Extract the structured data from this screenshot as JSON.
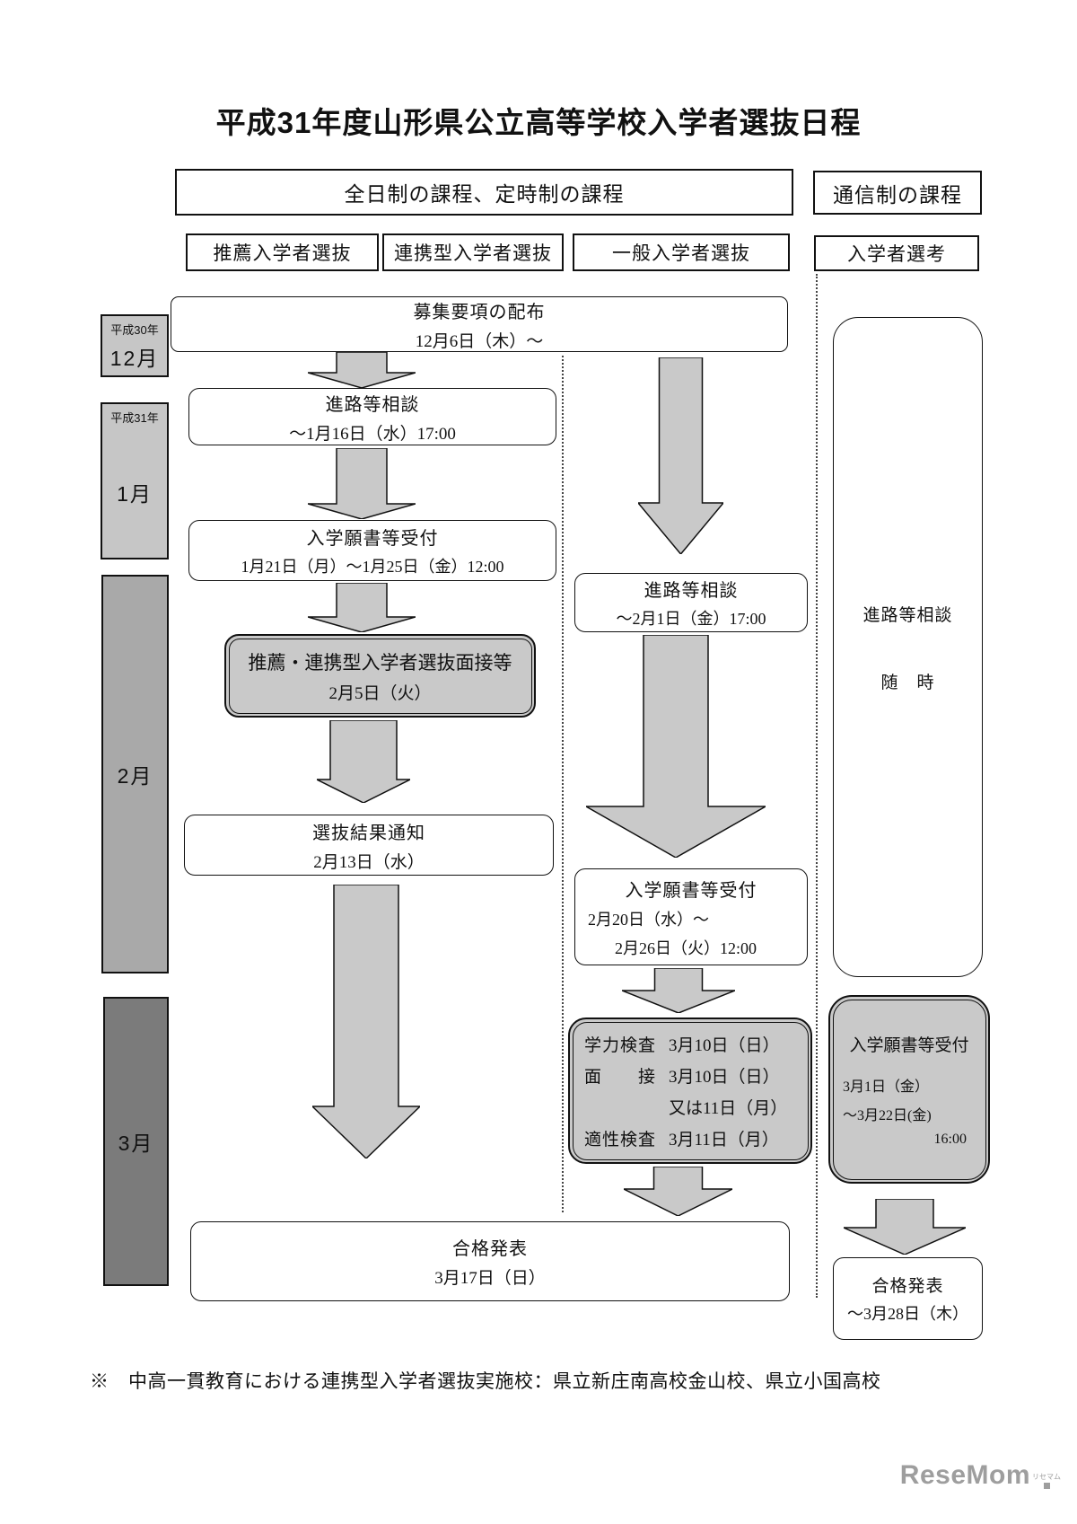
{
  "title": "平成31年度山形県公立高等学校入学者選抜日程",
  "headers": {
    "fulltime": "全日制の課程、定時制の課程",
    "correspondence": "通信制の課程"
  },
  "tracks": {
    "suisen": "推薦入学者選抜",
    "renkei": "連携型入学者選抜",
    "ippan": "一般入学者選抜",
    "senko": "入学者選考"
  },
  "months": [
    {
      "era": "平成30年",
      "month": "12月"
    },
    {
      "era": "平成31年",
      "month": "1月"
    },
    {
      "era": "",
      "month": "2月"
    },
    {
      "era": "",
      "month": "3月"
    }
  ],
  "left_flow": {
    "recruit": {
      "title": "募集要項の配布",
      "date": "12月6日（木）～"
    },
    "consult": {
      "title": "進路等相談",
      "date": "～1月16日（水）17:00"
    },
    "apply": {
      "title": "入学願書等受付",
      "date": "1月21日（月）～1月25日（金）12:00"
    },
    "interview": {
      "title": "推薦・連携型入学者選抜面接等",
      "date": "2月5日（火）"
    },
    "notice": {
      "title": "選抜結果通知",
      "date": "2月13日（水）"
    }
  },
  "general_flow": {
    "consult": {
      "title": "進路等相談",
      "date": "～2月1日（金）17:00"
    },
    "apply": {
      "title": "入学願書等受付",
      "date1": "2月20日（水）～",
      "date2": "2月26日（火）12:00"
    },
    "exam": {
      "rows": [
        {
          "label": "学力検査",
          "value": "3月10日（日）"
        },
        {
          "label": "面　　接",
          "value": "3月10日（日）"
        },
        {
          "label": "",
          "value": "又は11日（月）"
        },
        {
          "label": "適性検査",
          "value": "3月11日（月）"
        }
      ]
    },
    "announce": {
      "title": "合格発表",
      "date": "3月17日（日）"
    }
  },
  "correspondence_flow": {
    "consult": {
      "title": "進路等相談",
      "date": "随　時"
    },
    "apply": {
      "title": "入学願書等受付",
      "date1": "3月1日（金）",
      "date2": "～3月22日(金)",
      "date3": "16:00"
    },
    "announce": {
      "title": "合格発表",
      "date": "～3月28日（木）"
    }
  },
  "footnote": "※　中高一貫教育における連携型入学者選抜実施校：県立新庄南高校金山校、県立小国高校",
  "watermark": {
    "text": "ReseMom",
    "subtext": "リセマム"
  },
  "colors": {
    "box_fill_gray": "#c9c9c9",
    "month_light": "#c6c6c6",
    "month_mid": "#a9a9a9",
    "month_dark": "#7b7b7b",
    "stroke": "#111111"
  }
}
